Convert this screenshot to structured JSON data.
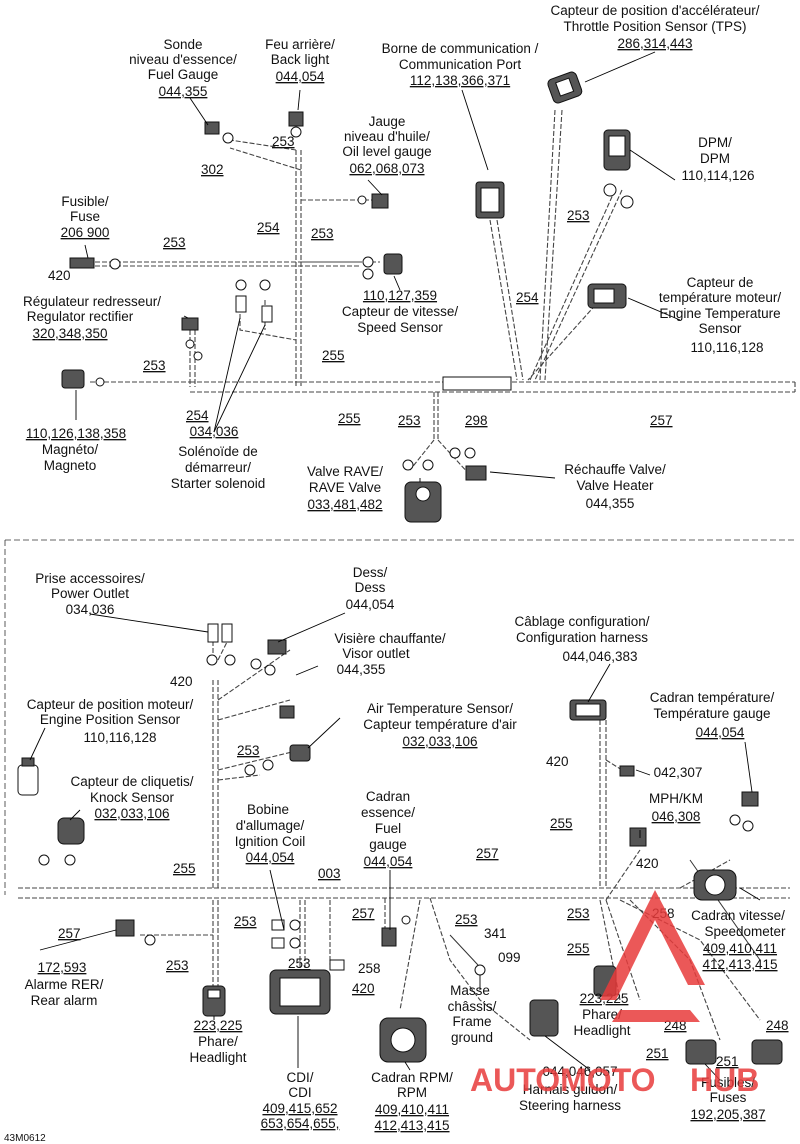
{
  "top": {
    "tps": {
      "line1": "Capteur de position d'accélérateur/",
      "line2": "Throttle Position Sensor (TPS)",
      "ref": "286,314,443"
    },
    "comm": {
      "line1": "Borne de communication /",
      "line2": "Communication Port",
      "ref": "112,138,366,371"
    },
    "fuel_gauge": {
      "line1": "Sonde",
      "line2": "niveau d'essence/",
      "line3": "Fuel Gauge",
      "ref": "044,355"
    },
    "back_light": {
      "line1": "Feu arrière/",
      "line2": "Back light",
      "ref": "044,054"
    },
    "oil_gauge": {
      "line1": "Jauge",
      "line2": "niveau d'huile/",
      "line3": "Oil level gauge",
      "ref": "062,068,073"
    },
    "dpm": {
      "line1": "DPM/",
      "line2": "DPM",
      "ref": "110,114,126"
    },
    "fuse": {
      "line1": "Fusible/",
      "line2": "Fuse",
      "ref": "206 900"
    },
    "speed_sensor": {
      "ref": "110,127,359",
      "line1": "Capteur de vitesse/",
      "line2": "Speed Sensor"
    },
    "engine_temp": {
      "line1": "Capteur de",
      "line2": "température moteur/",
      "line3": "Engine Temperature",
      "line4": "Sensor",
      "ref": "110,116,128"
    },
    "regulator": {
      "line1": "Régulateur redresseur/",
      "line2": "Regulator rectifier",
      "ref": "320,348,350"
    },
    "magneto": {
      "ref": "110,126,138,358",
      "line1": "Magnéto/",
      "line2": "Magneto"
    },
    "starter": {
      "ref": "034,036",
      "line1": "Solénoïde de",
      "line2": "démarreur/",
      "line3": "Starter solenoid"
    },
    "rave": {
      "line1": "Valve RAVE/",
      "line2": "RAVE Valve",
      "ref": "033,481,482"
    },
    "valve_heater": {
      "line1": "Réchauffe Valve/",
      "line2": "Valve Heater",
      "ref": "044,355"
    },
    "wires": {
      "w253": "253",
      "w254": "254",
      "w255": "255",
      "w257": "257",
      "w298": "298",
      "w302": "302",
      "w420": "420"
    }
  },
  "bottom": {
    "power_outlet": {
      "line1": "Prise accessoires/",
      "line2": "Power Outlet",
      "ref": "034,036"
    },
    "dess": {
      "line1": "Dess/",
      "line2": "Dess",
      "ref": "044,054"
    },
    "visor": {
      "line1": "Visière chauffante/",
      "line2": "Visor outlet",
      "ref": "044,355"
    },
    "config": {
      "line1": "Câblage configuration/",
      "line2": "Configuration harness",
      "ref": "044,046,383"
    },
    "engine_pos": {
      "line1": "Capteur de position moteur/",
      "line2": "Engine Position Sensor",
      "ref": "110,116,128"
    },
    "air_temp": {
      "line1": "Air Temperature Sensor/",
      "line2": "Capteur température d'air",
      "ref": "032,033,106"
    },
    "temp_gauge": {
      "line1": "Cadran température/",
      "line2": "Température gauge",
      "ref": "044,054"
    },
    "knock": {
      "line1": "Capteur de cliquetis/",
      "line2": "Knock Sensor",
      "ref": "032,033,106"
    },
    "ignition": {
      "line1": "Bobine",
      "line2": "d'allumage/",
      "line3": "Ignition Coil",
      "ref": "044,054"
    },
    "fuel_dial": {
      "line1": "Cadran",
      "line2": "essence/",
      "line3": "Fuel",
      "line4": "gauge",
      "ref": "044,054"
    },
    "mph": {
      "line1": "MPH/KM",
      "ref": "046,308"
    },
    "c042": "042,307",
    "speedo": {
      "line1": "Cadran vitesse/",
      "line2": "Speedometer",
      "ref1": "409,410,411",
      "ref2": "412,413,415"
    },
    "rear_alarm": {
      "ref": "172,593",
      "line1": "Alarme RER/",
      "line2": "Rear alarm"
    },
    "headlight_left": {
      "ref": "223,225",
      "line1": "Phare/",
      "line2": "Headlight"
    },
    "headlight_right": {
      "ref": "223,225",
      "line1": "Phare/",
      "line2": "Headlight"
    },
    "frame_ground": {
      "line1": "Masse",
      "line2": "châssis/",
      "line3": "Frame",
      "line4": "ground"
    },
    "cdi": {
      "line1": "CDI/",
      "line2": "CDI",
      "ref1": "409,415,652",
      "ref2": "653,654,655,"
    },
    "rpm": {
      "line1": "Cadran RPM/",
      "line2": "RPM",
      "ref1": "409,410,411",
      "ref2": "412,413,415"
    },
    "steering": {
      "ref": "044,046,057",
      "line1": "Harnais guidon/",
      "line2": "Steering harness"
    },
    "fuses": {
      "line1": "Fusibles/",
      "line2": "Fuses",
      "ref": "192,205,387"
    },
    "wires": {
      "w003": "003",
      "w099": "099",
      "w248": "248",
      "w251": "251",
      "w253": "253",
      "w255": "255",
      "w257": "257",
      "w258": "258",
      "w341": "341",
      "w420": "420"
    }
  },
  "figure_id": "43M0612",
  "watermark": {
    "text1": "AUTOMOTO",
    "text2": "HUB",
    "color": "#e83b3b"
  }
}
